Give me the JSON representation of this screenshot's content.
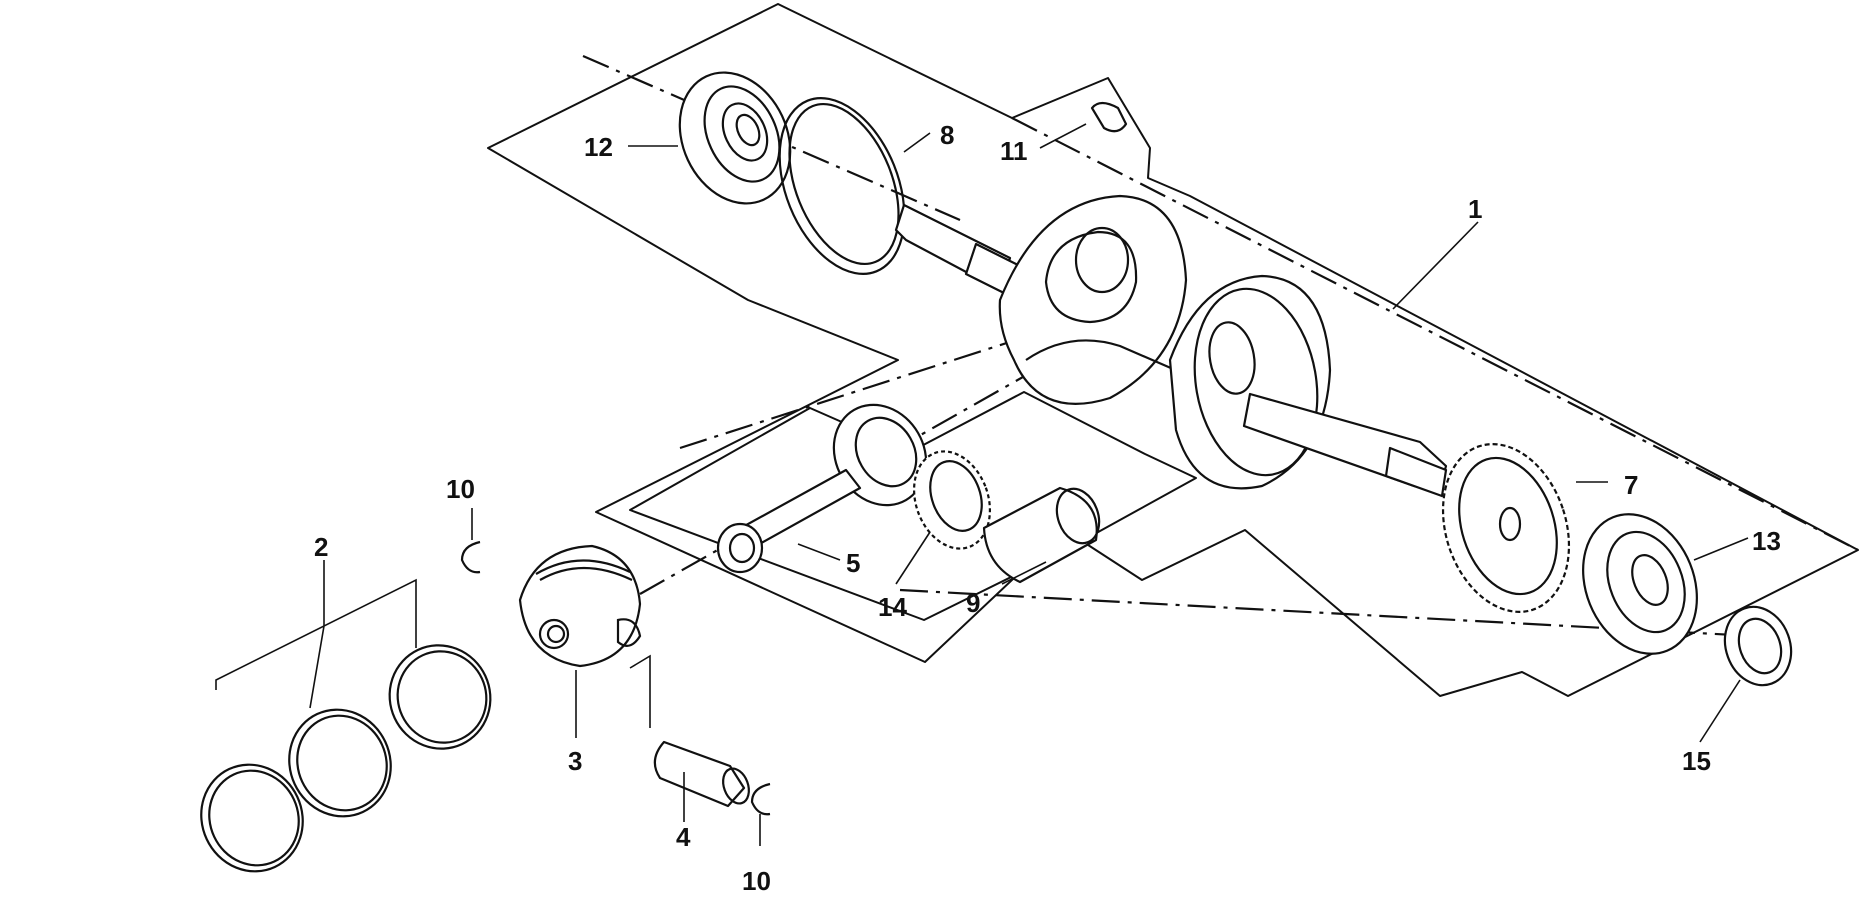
{
  "callouts": [
    {
      "id": "c1",
      "label": "1"
    },
    {
      "id": "c2",
      "label": "2"
    },
    {
      "id": "c3",
      "label": "3"
    },
    {
      "id": "c4",
      "label": "4"
    },
    {
      "id": "c5",
      "label": "5"
    },
    {
      "id": "c7",
      "label": "7"
    },
    {
      "id": "c8",
      "label": "8"
    },
    {
      "id": "c9",
      "label": "9"
    },
    {
      "id": "c10a",
      "label": "10"
    },
    {
      "id": "c10b",
      "label": "10"
    },
    {
      "id": "c11",
      "label": "11"
    },
    {
      "id": "c12",
      "label": "12"
    },
    {
      "id": "c13",
      "label": "13"
    },
    {
      "id": "c14",
      "label": "14"
    },
    {
      "id": "c15",
      "label": "15"
    }
  ]
}
